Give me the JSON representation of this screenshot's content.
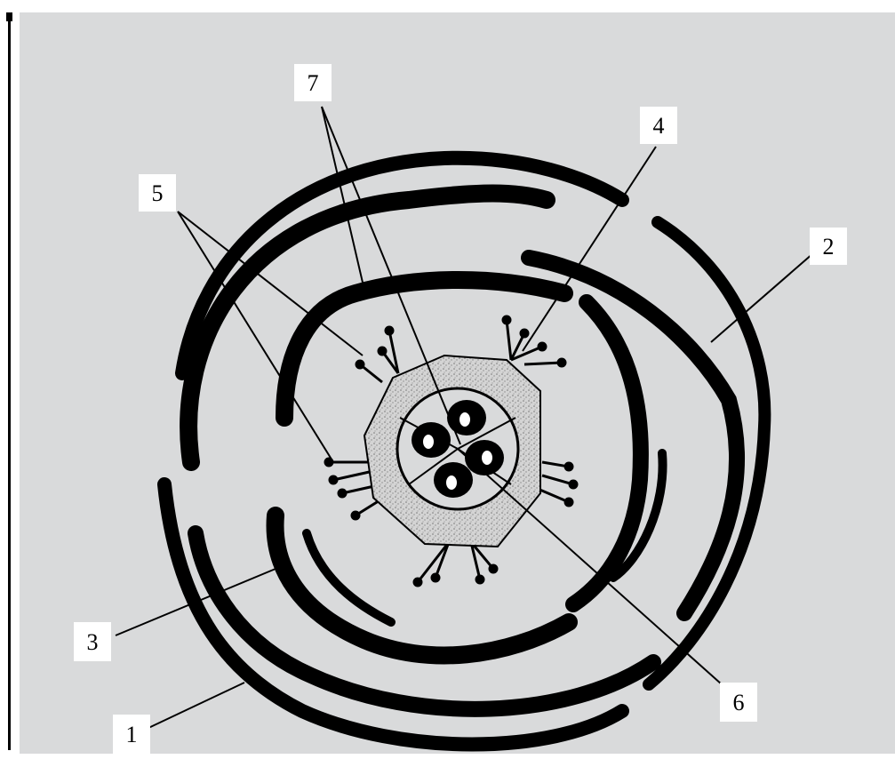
{
  "labels": {
    "l1": "1",
    "l2": "2",
    "l3": "3",
    "l4": "4",
    "l5": "5",
    "l6": "6",
    "l7": "7"
  },
  "colors": {
    "background": "#d9dadb",
    "ink": "#000000",
    "ovary_wall": "#c9c9c9"
  }
}
